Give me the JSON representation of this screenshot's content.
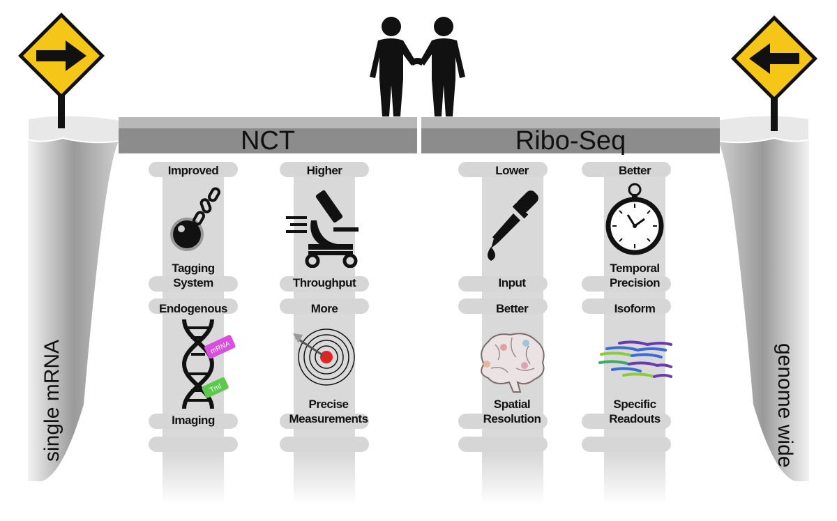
{
  "left_beam": {
    "label": "NCT"
  },
  "right_beam": {
    "label": "Ribo-Seq"
  },
  "left_cliff": {
    "label": "single mRNA"
  },
  "right_cliff": {
    "label": "genome wide"
  },
  "icons": {
    "left_sign": "right-arrow-road-sign-icon",
    "right_sign": "left-arrow-road-sign-icon",
    "handshake": "handshake-people-icon"
  },
  "pillars": {
    "nct": [
      {
        "top": "Improved",
        "bottom": [
          "Tagging",
          "System"
        ],
        "icon": "ball-and-chain-icon"
      },
      {
        "top": "Higher",
        "bottom": [
          "Throughput"
        ],
        "icon": "microscope-icon"
      },
      {
        "top": "Endogenous",
        "bottom": [
          "Imaging"
        ],
        "icon": "dna-icon",
        "tags": [
          "mRNA",
          "Tml"
        ]
      },
      {
        "top": "More",
        "bottom": [
          "Precise",
          "Measurements"
        ],
        "icon": "target-icon"
      }
    ],
    "riboseq": [
      {
        "top": "Lower",
        "bottom": [
          "Input"
        ],
        "icon": "dropper-icon"
      },
      {
        "top": "Better",
        "bottom": [
          "Temporal",
          "Precision"
        ],
        "icon": "stopwatch-icon"
      },
      {
        "top": "Better",
        "bottom": [
          "Spatial",
          "Resolution"
        ],
        "icon": "brain-icon"
      },
      {
        "top": "Isoform",
        "bottom": [
          "Specific",
          "Readouts"
        ],
        "icon": "transcript-lines-icon"
      }
    ]
  },
  "colors": {
    "sign_yellow": "#f5c518",
    "beam_gray": "#8c8c8c",
    "pillar_gray": "#d9d9d9"
  }
}
